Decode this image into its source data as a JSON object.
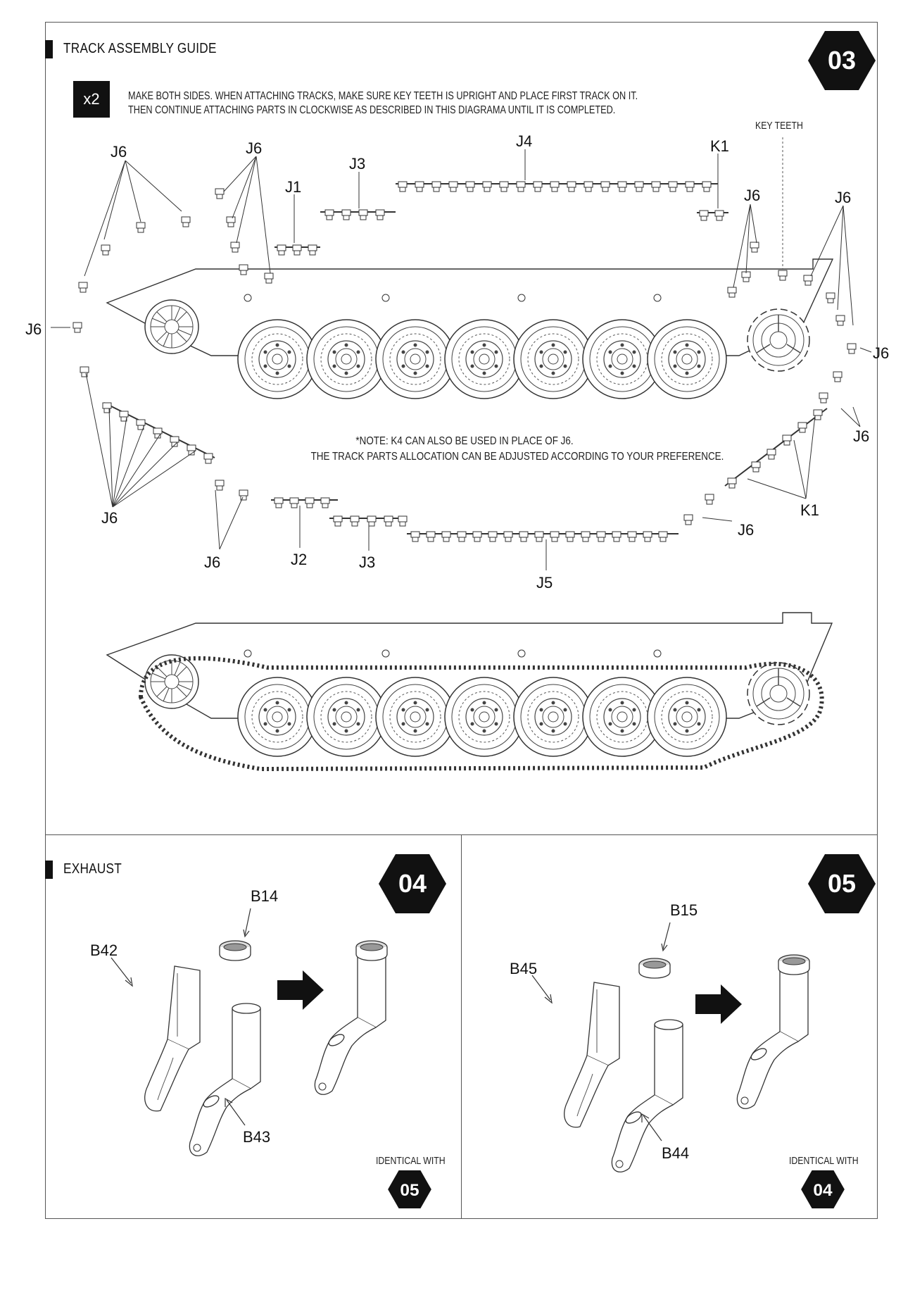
{
  "step03": {
    "section_title": "TRACK ASSEMBLY GUIDE",
    "step_number": "03",
    "multiplier": "x2",
    "instruction_line1": "MAKE BOTH SIDES. WHEN ATTACHING TRACKS, MAKE SURE KEY TEETH IS UPRIGHT AND PLACE FIRST TRACK ON IT.",
    "instruction_line2": "THEN CONTINUE ATTACHING PARTS IN CLOCKWISE AS DESCRIBED IN THIS DIAGRAMA UNTIL IT IS COMPLETED.",
    "key_teeth_label": "KEY TEETH",
    "note_line1": "*NOTE: K4 CAN ALSO BE USED IN PLACE OF J6.",
    "note_line2": "THE TRACK PARTS ALLOCATION CAN BE ADJUSTED ACCORDING TO YOUR PREFERENCE.",
    "part_labels": {
      "j6_top_left": "J6",
      "j6_top_mid": "J6",
      "j1": "J1",
      "j3_top": "J3",
      "j4": "J4",
      "k1_top": "K1",
      "j6_top_right": "J6",
      "j6_far_right": "J6",
      "j6_left": "J6",
      "j6_right": "J6",
      "j6_right_lower": "J6",
      "j6_bottom_left": "J6",
      "j6_bottom_left2": "J6",
      "j2": "J2",
      "j3_bottom": "J3",
      "j5": "J5",
      "k1_bottom": "K1",
      "j6_bottom_right": "J6"
    }
  },
  "step04": {
    "section_title": "EXHAUST",
    "step_number": "04",
    "labels": {
      "top": "B14",
      "left": "B42",
      "bottom": "B43"
    },
    "identical_with_label": "IDENTICAL WITH",
    "identical_with_step": "05"
  },
  "step05": {
    "step_number": "05",
    "labels": {
      "top": "B15",
      "left": "B45",
      "bottom": "B44"
    },
    "identical_with_label": "IDENTICAL WITH",
    "identical_with_step": "04"
  }
}
